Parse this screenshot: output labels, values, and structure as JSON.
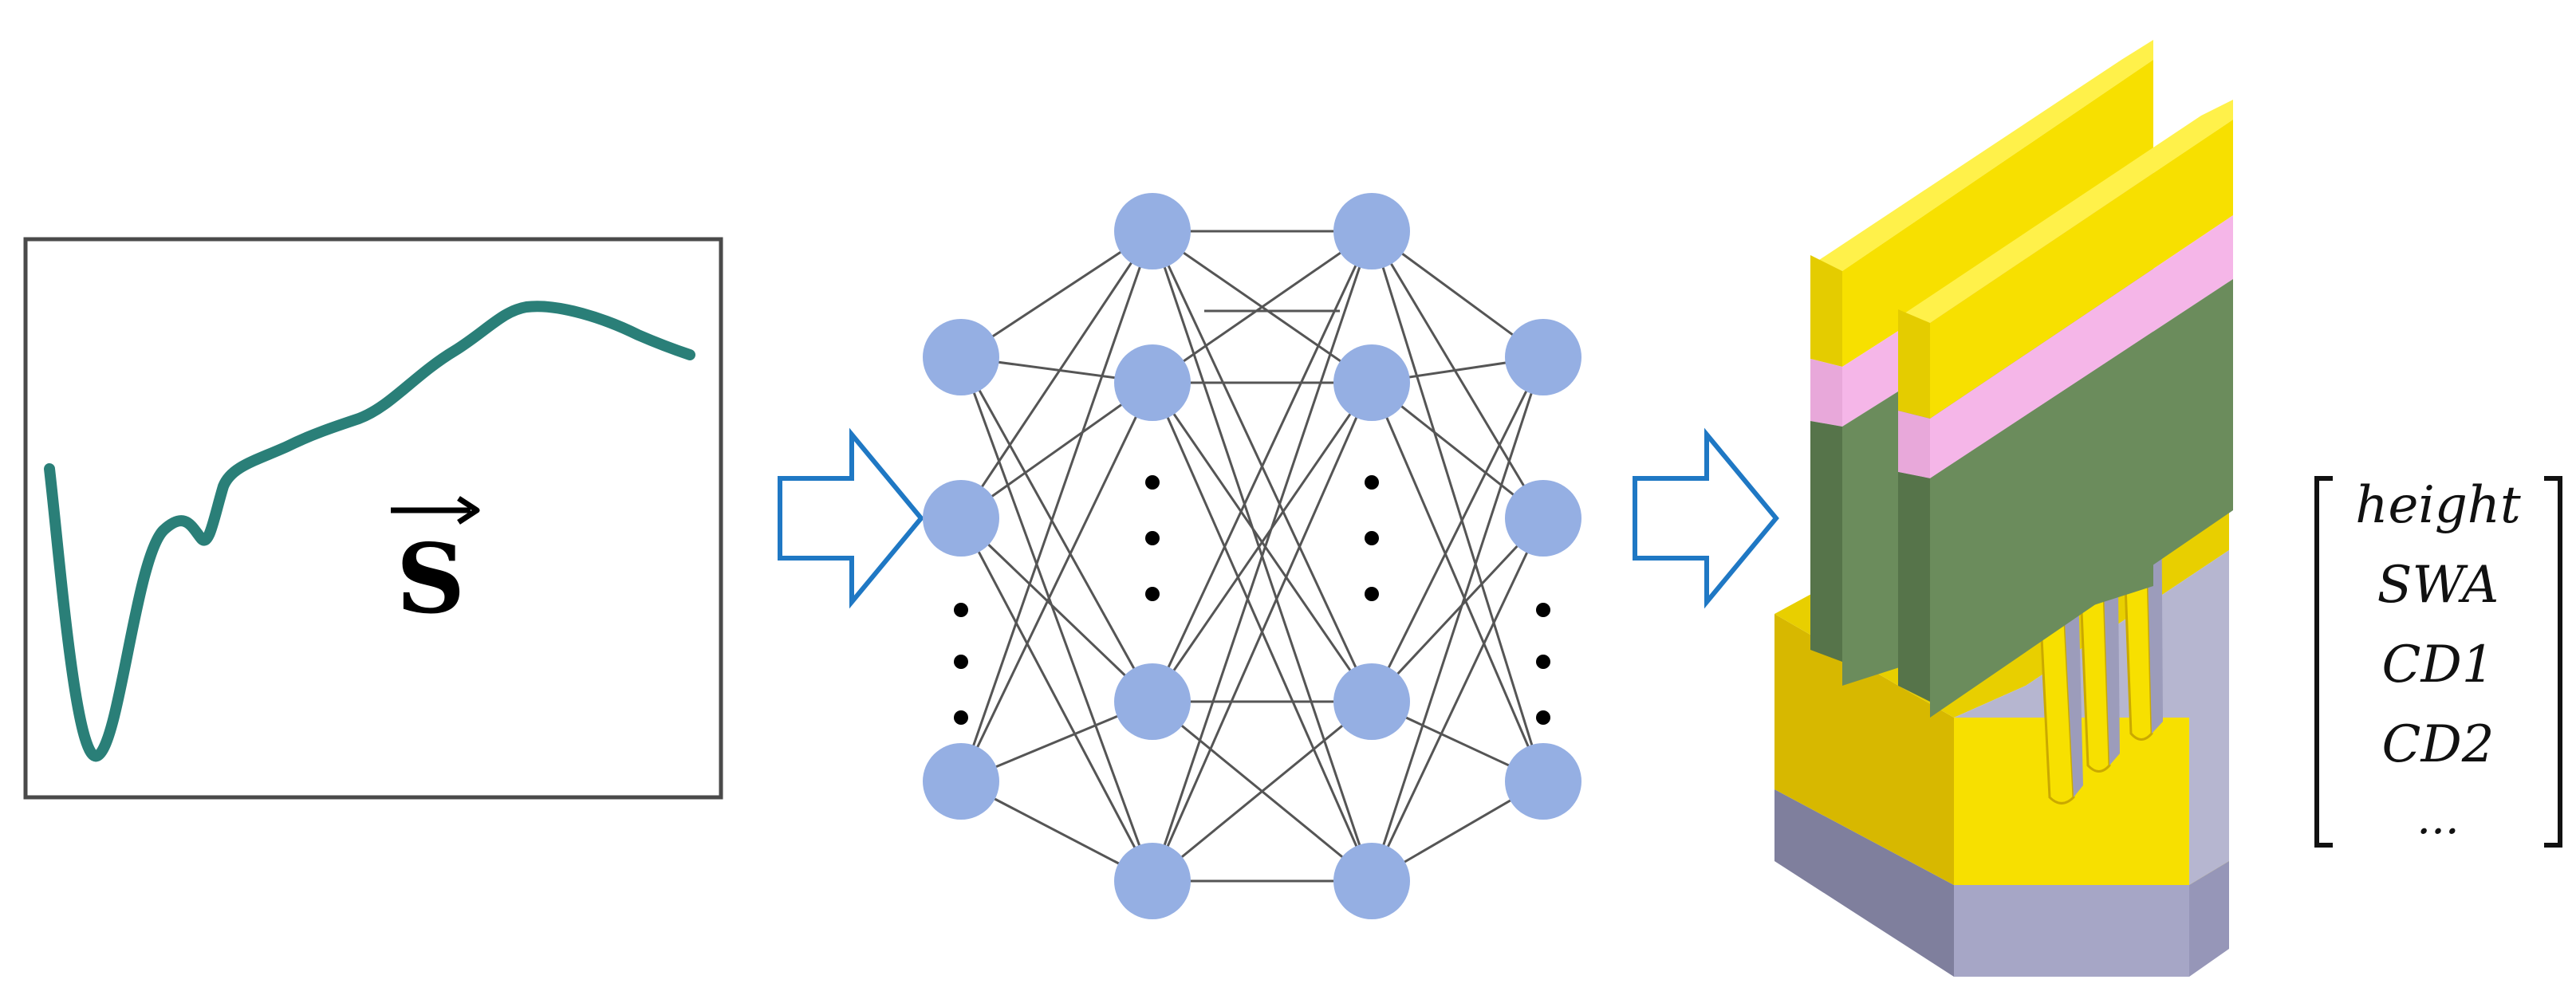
{
  "spectrum_panel": {
    "vector_symbol": "S"
  },
  "parameters": {
    "items": [
      "height",
      "SWA",
      "CD1",
      "CD2",
      "..."
    ]
  },
  "colors": {
    "spectrum_curve": "#2a7f78",
    "neuron": "#95afe3",
    "arrow_outline": "#1f78c4",
    "gold": "#f5dc00",
    "gold_dark": "#d2b300",
    "pink": "#f4b6e6",
    "green": "#6a8b5c",
    "substrate": "#a8a8c8"
  }
}
